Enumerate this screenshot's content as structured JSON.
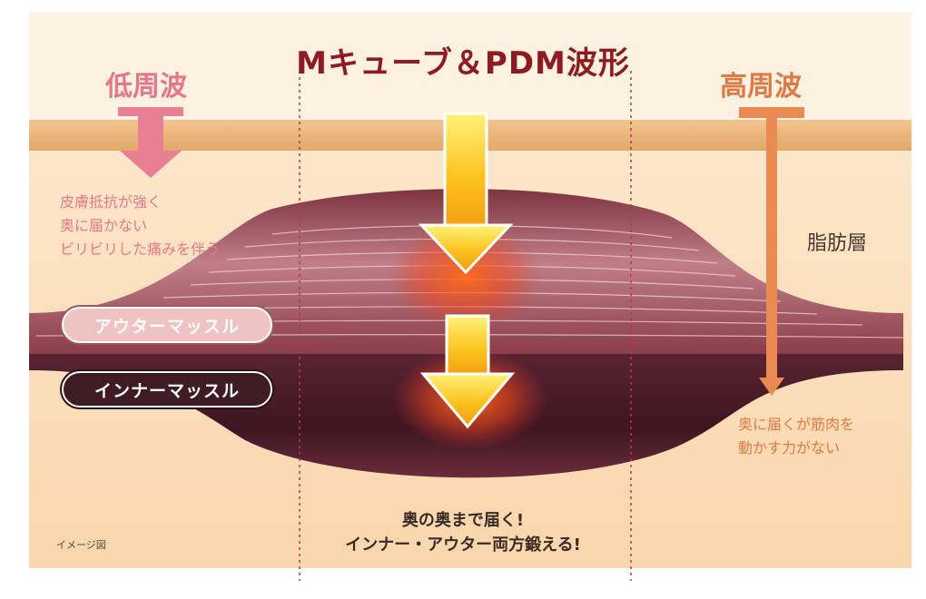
{
  "title": "Mキューブ＆PDM波形",
  "low": {
    "title": "低周波",
    "description": "皮膚抵抗が強く\n奥に届かない\nビリビリした痛みを伴う"
  },
  "high": {
    "title": "高周波",
    "description": "奥に届くが筋肉を\n動かす力がない"
  },
  "layers": {
    "fat": "脂肪層",
    "outer_muscle": "アウターマッスル",
    "inner_muscle": "インナーマッスル"
  },
  "center_text": "奥の奥まで届く!\nインナー・アウター両方鍛える!",
  "image_note": "イメージ図",
  "colors": {
    "title": "#8e1b22",
    "low_frequency": "#e5778c",
    "high_frequency": "#e07a45",
    "fat_layer": "#fbe3c6",
    "skin": "#e9b37a",
    "outer_muscle": "#a0505c",
    "inner_muscle": "#4a1c28",
    "center_arrow": "#f7c21c"
  },
  "icons": {
    "low_arrow": "down-arrow-icon",
    "high_arrow": "down-tee-arrow-icon",
    "center_arrows": "down-arrow-icon"
  }
}
